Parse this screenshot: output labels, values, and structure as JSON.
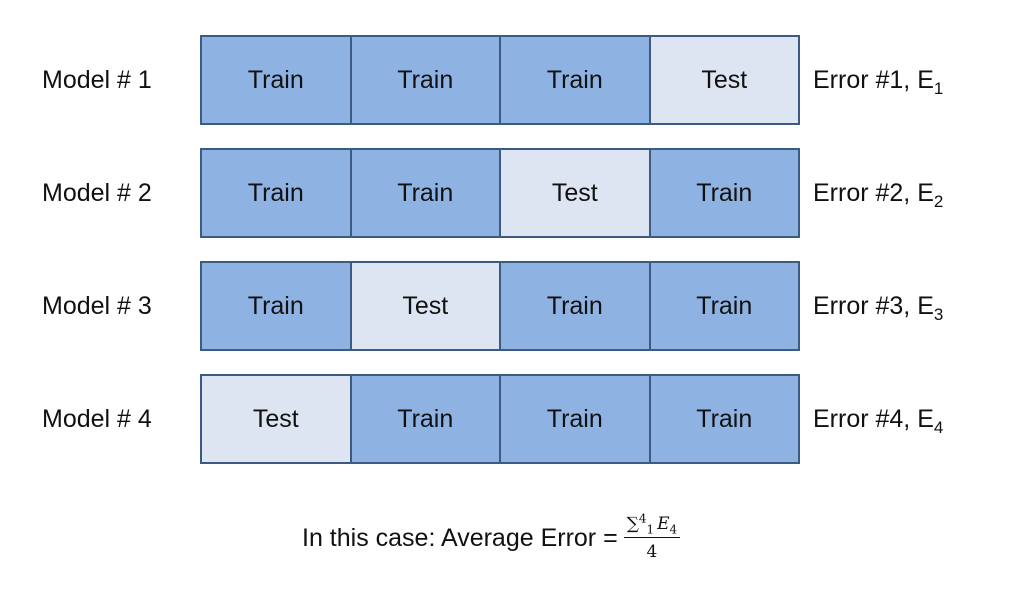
{
  "models": [
    {
      "label": "Model # 1",
      "error_label": "Error #1, E",
      "error_sub": "1",
      "folds": [
        {
          "kind": "train",
          "text": "Train"
        },
        {
          "kind": "train",
          "text": "Train"
        },
        {
          "kind": "train",
          "text": "Train"
        },
        {
          "kind": "test",
          "text": "Test"
        }
      ]
    },
    {
      "label": "Model # 2",
      "error_label": "Error #2, E",
      "error_sub": "2",
      "folds": [
        {
          "kind": "train",
          "text": "Train"
        },
        {
          "kind": "train",
          "text": "Train"
        },
        {
          "kind": "test",
          "text": "Test"
        },
        {
          "kind": "train",
          "text": "Train"
        }
      ]
    },
    {
      "label": "Model # 3",
      "error_label": "Error #3, E",
      "error_sub": "3",
      "folds": [
        {
          "kind": "train",
          "text": "Train"
        },
        {
          "kind": "test",
          "text": "Test"
        },
        {
          "kind": "train",
          "text": "Train"
        },
        {
          "kind": "train",
          "text": "Train"
        }
      ]
    },
    {
      "label": "Model # 4",
      "error_label": "Error #4, E",
      "error_sub": "4",
      "folds": [
        {
          "kind": "test",
          "text": "Test"
        },
        {
          "kind": "train",
          "text": "Train"
        },
        {
          "kind": "train",
          "text": "Train"
        },
        {
          "kind": "train",
          "text": "Train"
        }
      ]
    }
  ],
  "formula": {
    "prefix": "In this case: Average Error = ",
    "sum_symbol": "∑",
    "sum_upper": "4",
    "sum_lower": "1",
    "summand": "E",
    "summand_sub": "4",
    "denominator": "4"
  },
  "colors": {
    "train": "#8eb3e3",
    "test": "#dce5f1",
    "border": "#3c5a82"
  }
}
